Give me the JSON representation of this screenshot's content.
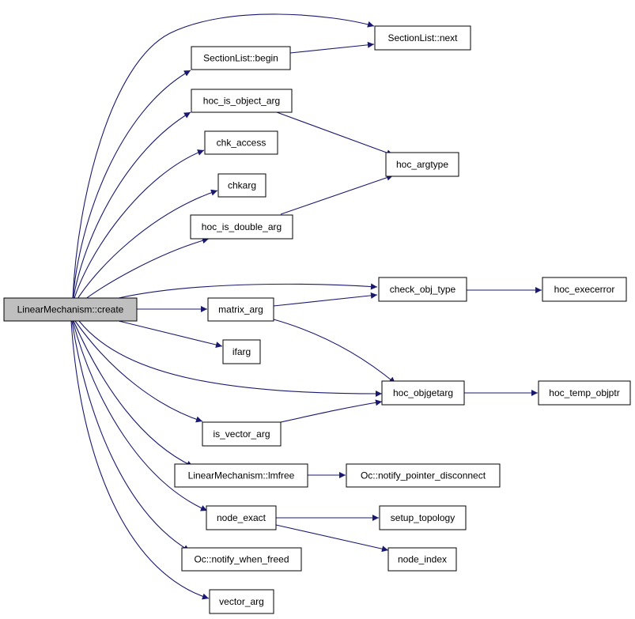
{
  "colors": {
    "edge": "#191970",
    "node_border": "#000000",
    "node_fill": "#ffffff",
    "root_fill": "#bfbfbf"
  },
  "nodes": {
    "root": "LinearMechanism::create",
    "sl_begin": "SectionList::begin",
    "sl_next": "SectionList::next",
    "hoc_is_object_arg": "hoc_is_object_arg",
    "chk_access": "chk_access",
    "hoc_argtype": "hoc_argtype",
    "chkarg": "chkarg",
    "hoc_is_double_arg": "hoc_is_double_arg",
    "check_obj_type": "check_obj_type",
    "hoc_execerror": "hoc_execerror",
    "matrix_arg": "matrix_arg",
    "ifarg": "ifarg",
    "hoc_objgetarg": "hoc_objgetarg",
    "hoc_temp_objptr": "hoc_temp_objptr",
    "is_vector_arg": "is_vector_arg",
    "lm_free": "LinearMechanism::lmfree",
    "oc_npd": "Oc::notify_pointer_disconnect",
    "node_exact": "node_exact",
    "setup_topology": "setup_topology",
    "node_index": "node_index",
    "oc_nwf": "Oc::notify_when_freed",
    "vector_arg": "vector_arg"
  }
}
